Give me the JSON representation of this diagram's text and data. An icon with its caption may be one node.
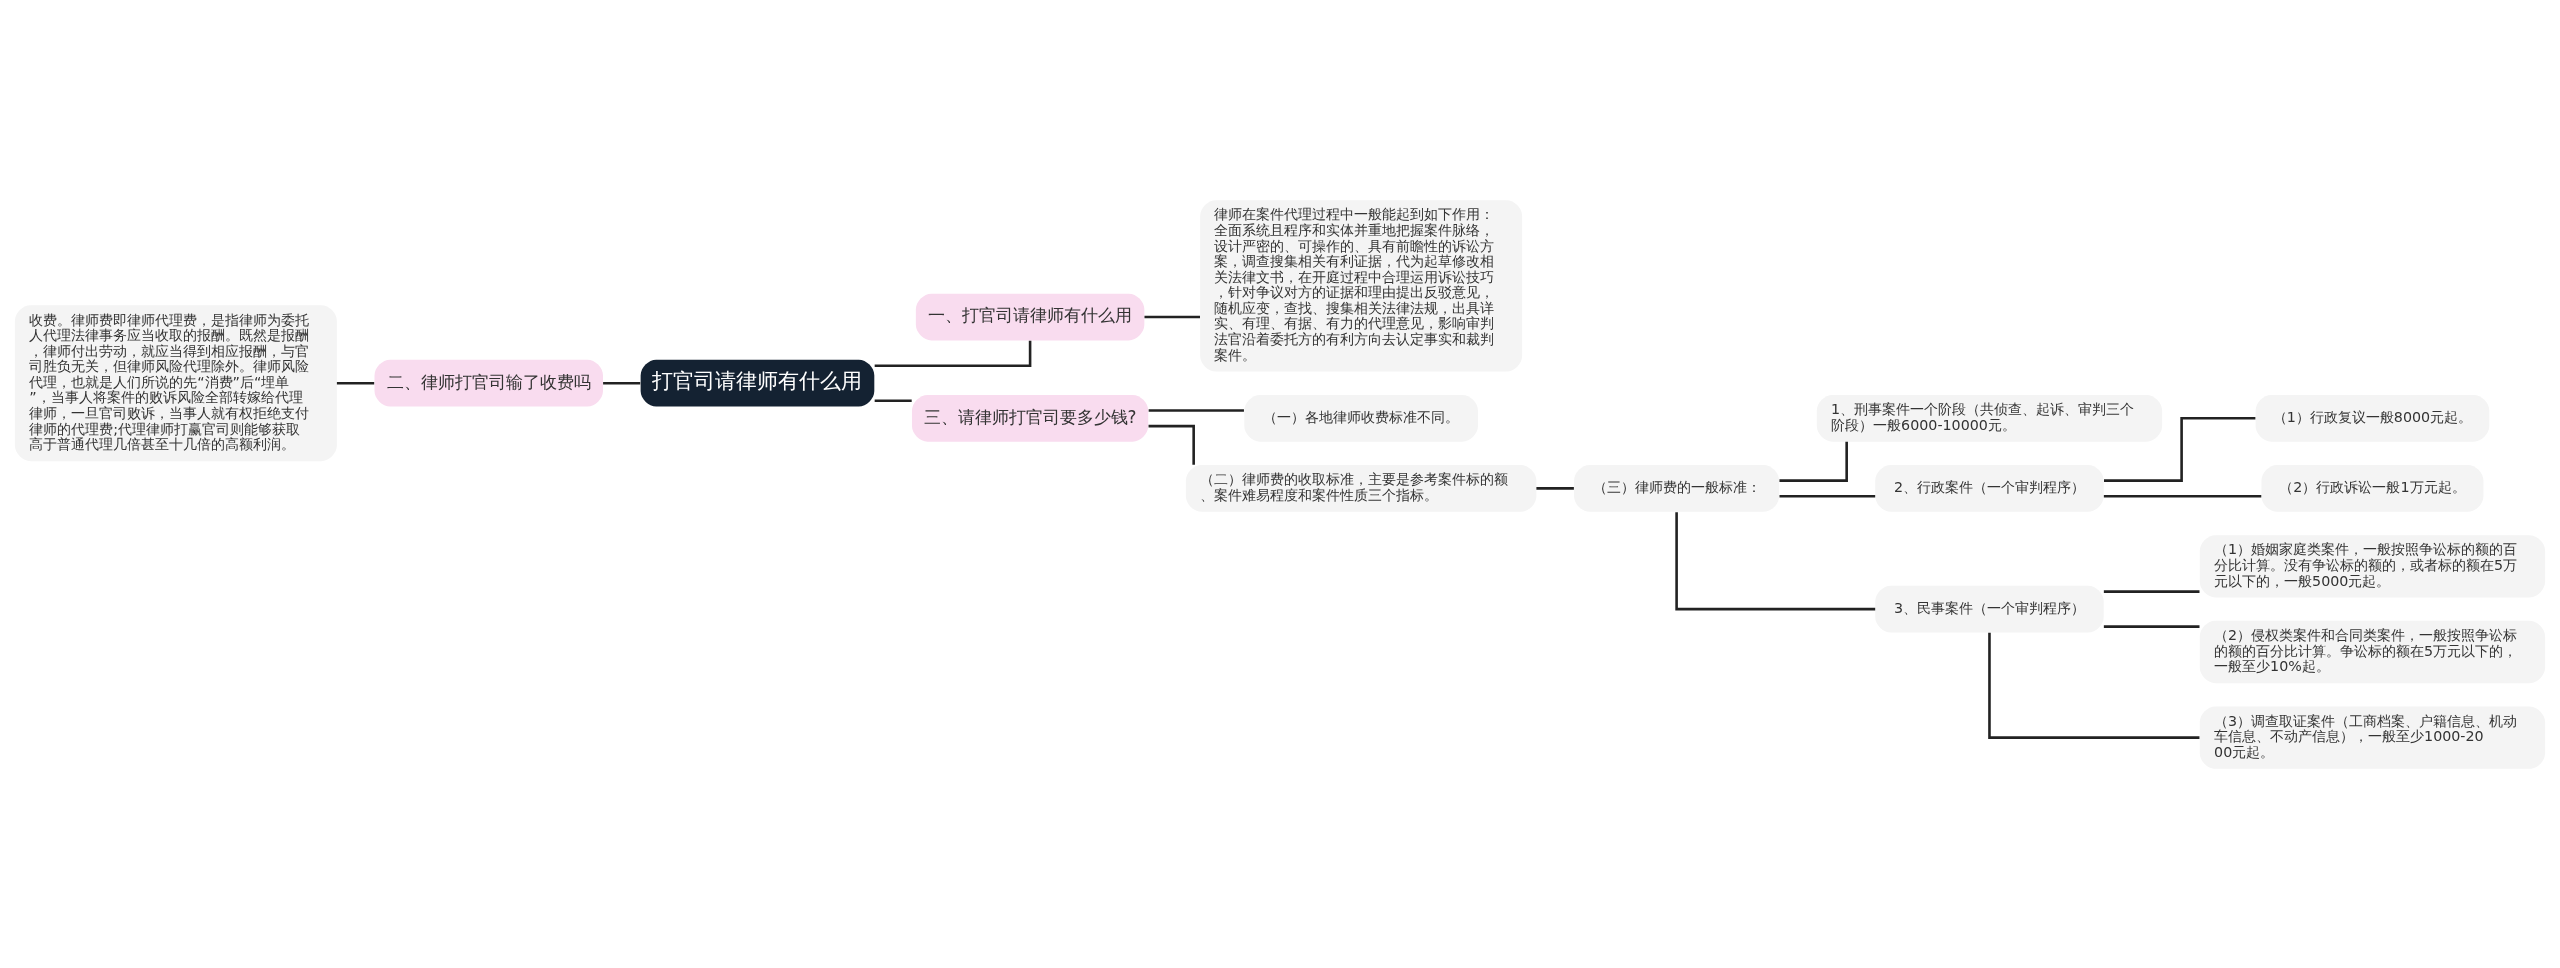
{
  "diagram": {
    "nodes": [
      {
        "text": [
          "打官司请律师有什么用"
        ]
      },
      {
        "text": [
          "一、打官司请律师有什么用"
        ]
      },
      {
        "text": [
          "律师在案件代理过程中一般能起到如下作用：全面系统且程序和实体并重地把握案件脉络，设计严密的、可操作的、具有前瞻性的诉讼方案，调查搜集相关有利证据，代为起草修改相关法律文书，在开庭过程中合理运用诉讼技巧，针对争议对方的证据和理由提出反驳意见，随机应变，查找、搜集相关法律法规，出具详实、有理、有据、有力的代理意见，影响审判法官沿着委托方的有利方向去认定事实和裁判案件。"
        ]
      },
      {
        "text": [
          "二、律师打官司输了收费吗"
        ]
      },
      {
        "text": [
          "收费。律师费即律师代理费，是指律师为委托人代理法律事务应当收取的报酬。既然是报酬，律师付出劳动，就应当得到相应报酬，与官司胜负无关，但律师风险代理除外。律师风险代理，也就是人们所说的先“消费”后“埋单”，当事人将案件的败诉风险全部转嫁给代理律师，一旦官司败诉，当事人就有权拒绝支付律师的代理费;代理律师打赢官司则能够获取高于普通代理几倍甚至十几倍的高额利润。"
        ]
      },
      {
        "text": [
          "三、请律师打官司要多少钱?"
        ]
      },
      {
        "text": [
          "（一）各地律师收费标准不同。"
        ]
      },
      {
        "text": [
          "（二）律师费的收取标准，主要是参考案件标的额、案件难易程度和案件性质三个指标。"
        ]
      },
      {
        "text": [
          "（三）律师费的一般标准："
        ]
      },
      {
        "text": [
          "1、刑事案件一个阶段（共侦查、起诉、审判三个阶段）一般6000-10000元。"
        ]
      },
      {
        "text": [
          "2、行政案件（一个审判程序）"
        ]
      },
      {
        "text": [
          "（1）行政复议一般8000元起。"
        ]
      },
      {
        "text": [
          "（2）行政诉讼一般1万元起。"
        ]
      },
      {
        "text": [
          "3、民事案件（一个审判程序）"
        ]
      },
      {
        "text": [
          "（1）婚姻家庭类案件，一般按照争讼标的额的百分比计算。没有争讼标的额的，或者标的额在5万元以下的，一般5000元起。"
        ]
      },
      {
        "text": [
          "（2）侵权类案件和合同类案件，一般按照争讼标的额的百分比计算。争讼标的额在5万元以下的，一般至少10%起。"
        ]
      },
      {
        "text": [
          "（3）调查取证案件（工商档案、户籍信息、机动车信息、不动产信息），一般至少1000-2000元起。"
        ]
      }
    ],
    "edges": [
      {
        "from": 0,
        "to": 1,
        "arrow": "none"
      },
      {
        "from": 1,
        "to": 2,
        "arrow": "none"
      },
      {
        "from": 0,
        "to": 3,
        "arrow": "none"
      },
      {
        "from": 3,
        "to": 4,
        "arrow": "none"
      },
      {
        "from": 0,
        "to": 5,
        "arrow": "none"
      },
      {
        "from": 5,
        "to": 6,
        "arrow": "none"
      },
      {
        "from": 5,
        "to": 7,
        "arrow": "none"
      },
      {
        "from": 7,
        "to": 8,
        "arrow": "none"
      },
      {
        "from": 8,
        "to": 9,
        "arrow": "none"
      },
      {
        "from": 8,
        "to": 10,
        "arrow": "none"
      },
      {
        "from": 10,
        "to": 11,
        "arrow": "none"
      },
      {
        "from": 10,
        "to": 12,
        "arrow": "none"
      },
      {
        "from": 8,
        "to": 13,
        "arrow": "none"
      },
      {
        "from": 13,
        "to": 14,
        "arrow": "none"
      },
      {
        "from": 13,
        "to": 15,
        "arrow": "none"
      },
      {
        "from": 13,
        "to": 16,
        "arrow": "none"
      }
    ]
  }
}
